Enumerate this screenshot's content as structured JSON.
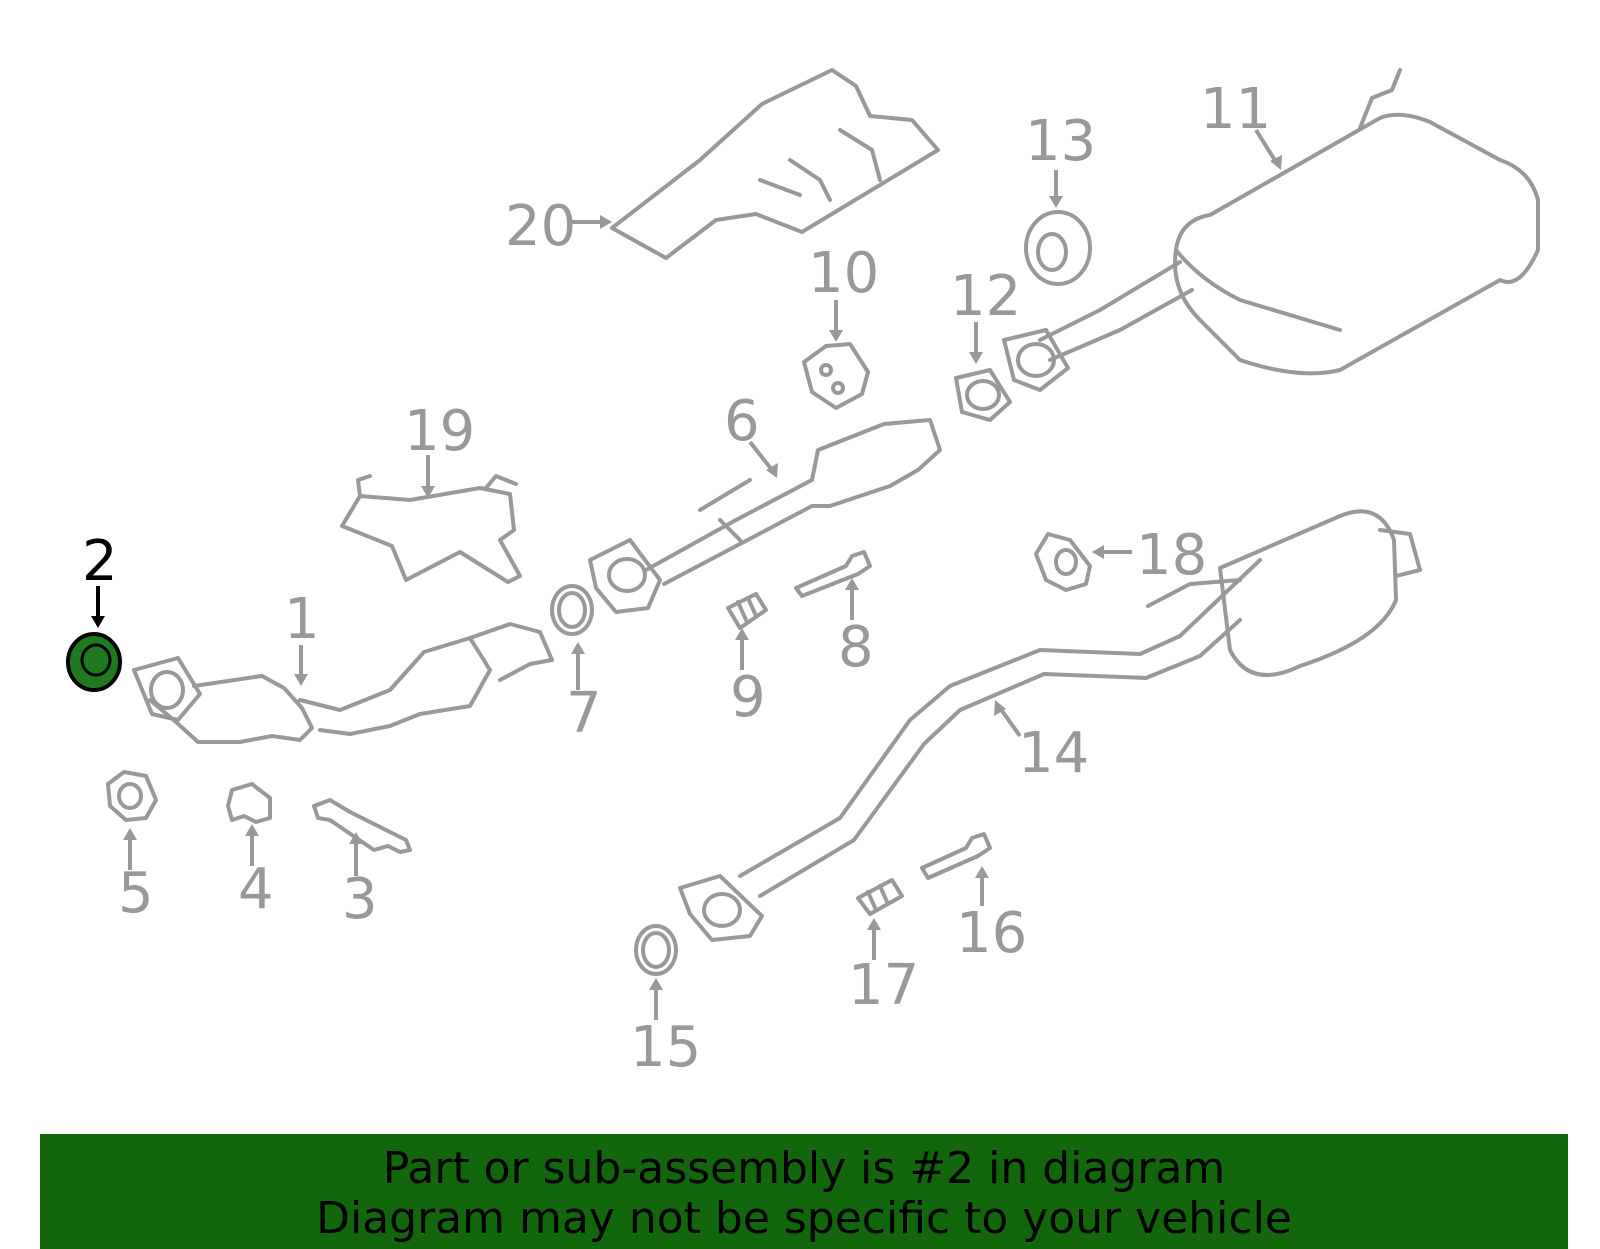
{
  "diagram": {
    "highlighted_part": "2",
    "callouts": [
      "1",
      "2",
      "3",
      "4",
      "5",
      "6",
      "7",
      "8",
      "9",
      "10",
      "11",
      "12",
      "13",
      "14",
      "15",
      "16",
      "17",
      "18",
      "19",
      "20"
    ],
    "colors": {
      "part_stroke": "#999999",
      "highlight_fill": "#1f7a1f",
      "highlight_label": "#000000",
      "banner_bg": "#12660c"
    }
  },
  "banner": {
    "line1": "Part or sub-assembly is #2 in diagram",
    "line2": "Diagram may not be specific to your vehicle"
  }
}
